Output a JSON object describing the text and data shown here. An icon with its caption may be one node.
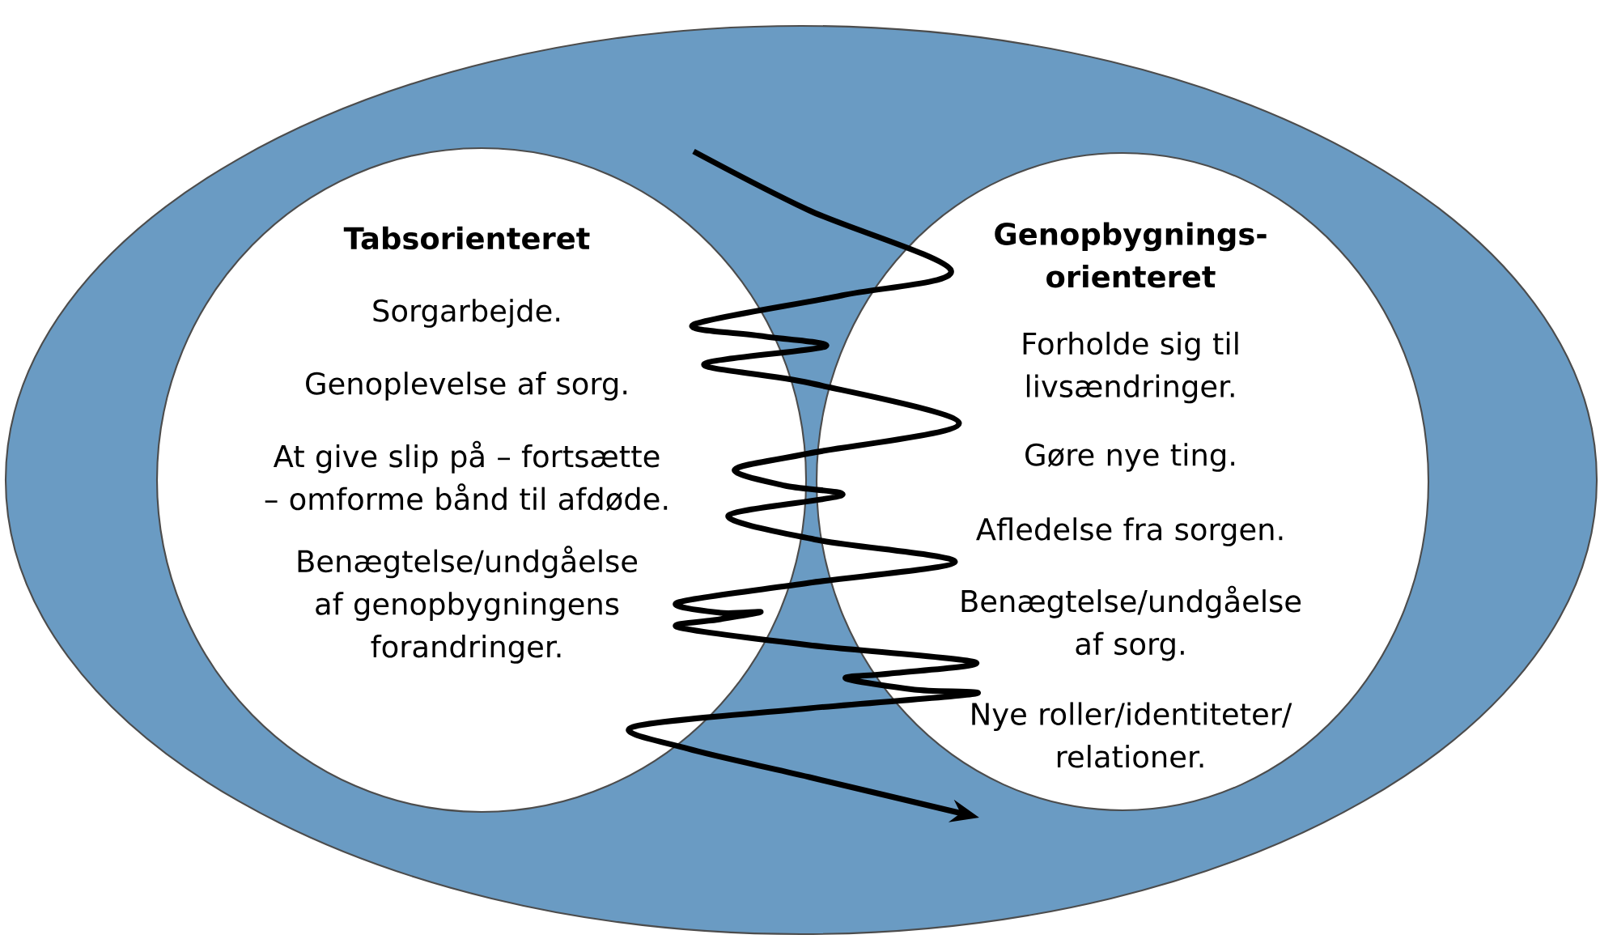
{
  "diagram": {
    "nodes": [
      {
        "text": [],
        "shape": "ellipse"
      },
      {
        "text": [
          "Tabsorienteret",
          "Sorgarbejde.",
          "Genoplevelse af sorg.",
          "At give slip på – fortsætte – omforme bånd til afdøde.",
          "Benægtelse/undgåelse af genopbygningens forandringer."
        ],
        "in": 0
      },
      {
        "text": [
          "Genopbygnings-orienteret",
          "Forholde sig til livsændringer.",
          "Gøre nye ting.",
          "Afledelse fra sorgen.",
          "Benægtelse/undgåelse af sorg.",
          "Nye roller/identiteter/ relationer."
        ],
        "in": 0
      }
    ]
  }
}
